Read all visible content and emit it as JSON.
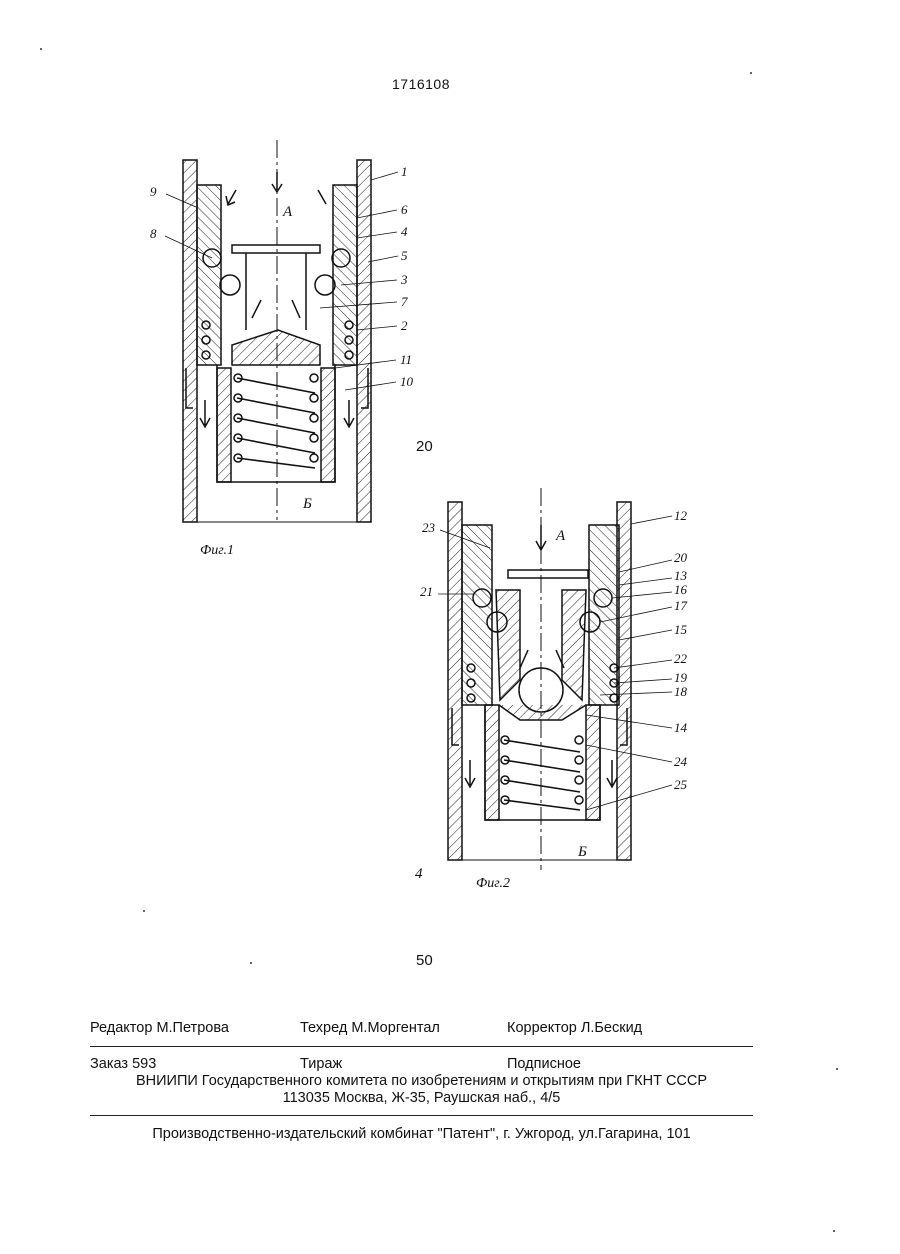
{
  "patent_number": "1716108",
  "line_numbers": [
    "20",
    "4",
    "50"
  ],
  "figure1": {
    "caption": "Фиг.1",
    "section_top": "А",
    "section_bottom": "Б",
    "callouts": [
      "1",
      "6",
      "4",
      "5",
      "3",
      "7",
      "2",
      "11",
      "10",
      "9",
      "8"
    ]
  },
  "figure2": {
    "caption": "Фиг.2",
    "section_top": "А",
    "section_bottom": "Б",
    "callouts": [
      "12",
      "20",
      "13",
      "16",
      "17",
      "15",
      "22",
      "19",
      "18",
      "14",
      "24",
      "25",
      "23",
      "21"
    ]
  },
  "credits": {
    "editor": "Редактор  М.Петрова",
    "techred": "Техред М.Моргентал",
    "corrector": "Корректор  Л.Бескид"
  },
  "order_info": {
    "order": "Заказ  593",
    "circulation": "Тираж",
    "subscription": "Подписное",
    "org": "ВНИИПИ Государственного комитета по изобретениям и открытиям при ГКНТ СССР",
    "address": "113035  Москва, Ж-35, Раушская наб., 4/5"
  },
  "publisher": "Производственно-издательский комбинат \"Патент\", г. Ужгород, ул.Гагарина, 101"
}
